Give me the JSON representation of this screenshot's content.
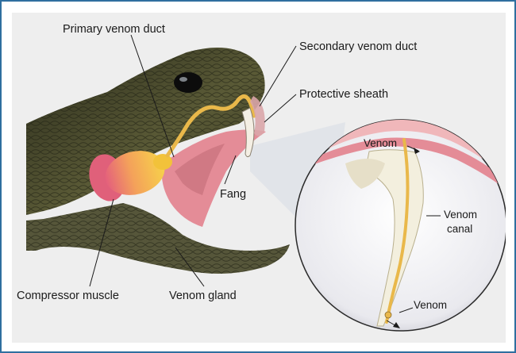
{
  "labels": {
    "primary_duct": "Primary venom duct",
    "secondary_duct": "Secondary venom duct",
    "sheath": "Protective sheath",
    "fang": "Fang",
    "compressor": "Compressor muscle",
    "gland": "Venom gland",
    "venom_top": "Venom",
    "canal_line1": "Venom",
    "canal_line2": "canal",
    "venom_bottom": "Venom"
  },
  "colors": {
    "frame": "#2f6f9f",
    "background": "#eeeeee",
    "snake_scales": "#4a4a2c",
    "gland_yellow": "#f2c23a",
    "muscle_pink": "#e0607a",
    "gum_pink": "#e48c97",
    "duct_yellow": "#e9b84a"
  }
}
